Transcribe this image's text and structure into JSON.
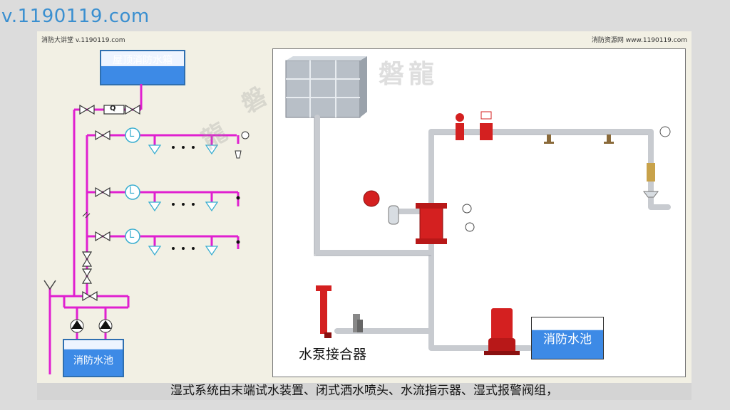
{
  "watermark": "v.1190119.com",
  "header": {
    "left": "消防大讲堂 v.1190119.com",
    "right": "消防资源网 www.1190119.com"
  },
  "left_diagram": {
    "roof_tank": "屋顶消防水箱",
    "pool": "消防水池",
    "flow_meter_letter": "Q",
    "flow_indicator_letter": "L"
  },
  "right_panel": {
    "brand_chars": "磐龍",
    "pool": "消防水池",
    "connector": "水泵接合器"
  },
  "caption": "湿式系统由末端试水装置、闭式洒水喷头、水流指示器、湿式报警阀组，",
  "colors": {
    "pipe_magenta": "#e020d0",
    "water_blue": "#3d8ae6",
    "valve_red": "#d42020",
    "pipe_gray": "#c8cbd0"
  }
}
